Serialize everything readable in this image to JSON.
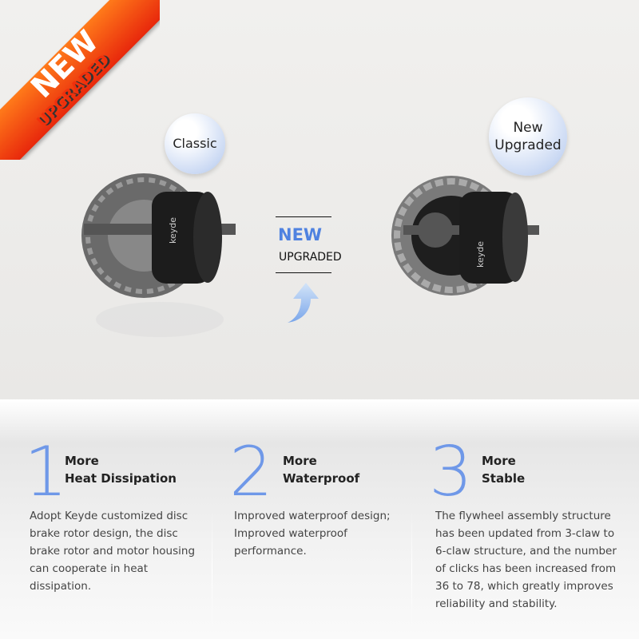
{
  "ribbon": {
    "new": "NEW",
    "upgraded": "UPGRADED"
  },
  "classic_label": "Classic",
  "upgraded_label": [
    "New",
    "Upgraded"
  ],
  "center": {
    "new": "NEW",
    "upgraded": "UPGRADED"
  },
  "motor_brand": "keyde",
  "colors": {
    "accent_blue": "#6f98e8",
    "ribbon_red": "#e8280c"
  },
  "features": [
    {
      "number": "1",
      "title": [
        "More",
        "Heat Dissipation"
      ],
      "description": "Adopt Keyde customized disc brake rotor design, the disc brake rotor and motor housing can cooperate in heat dissipation."
    },
    {
      "number": "2",
      "title": [
        "More",
        "Waterproof"
      ],
      "description": "Improved waterproof design; Improved waterproof performance."
    },
    {
      "number": "3",
      "title": [
        "More",
        "Stable"
      ],
      "description": "The flywheel assembly structure has been updated from 3-claw to 6-claw structure, and the number of clicks has been increased from 36 to 78, which greatly improves reliability and stability."
    }
  ]
}
